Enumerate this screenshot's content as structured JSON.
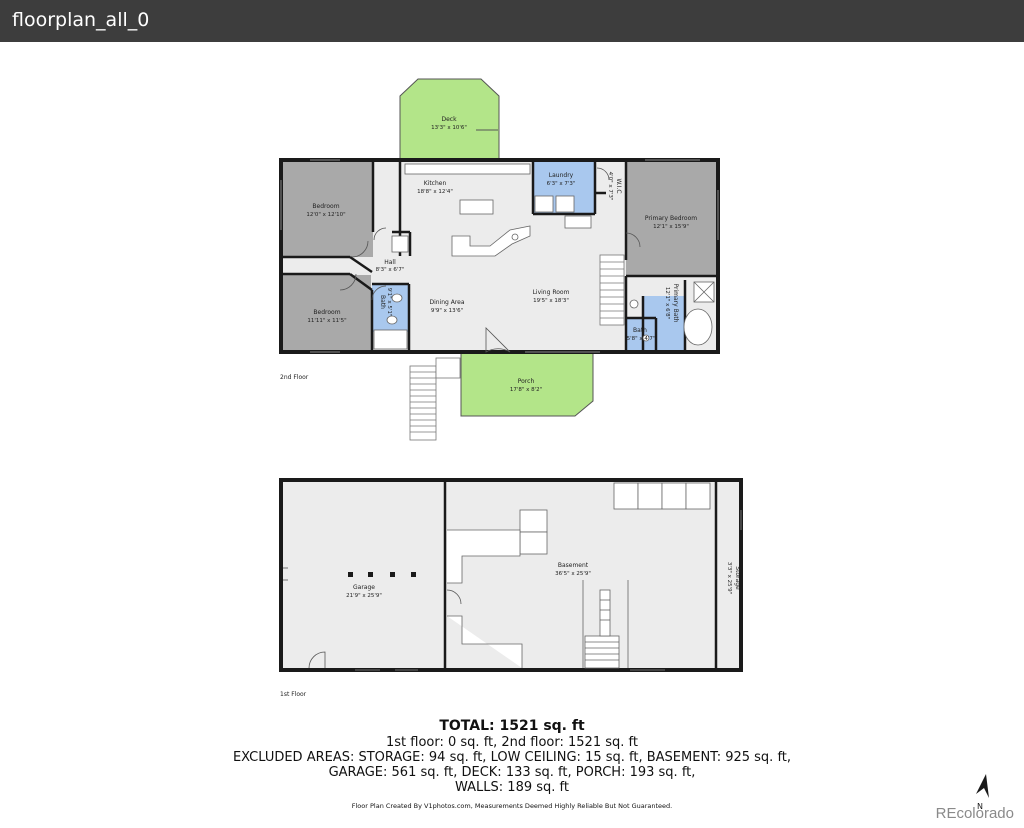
{
  "window": {
    "title": "floorplan_all_0"
  },
  "floors": {
    "second": {
      "label": "2nd Floor",
      "rooms": [
        {
          "id": "deck",
          "name": "Deck",
          "dims": "13'3\" x 10'6\""
        },
        {
          "id": "kitchen",
          "name": "Kitchen",
          "dims": "18'8\" x 12'4\""
        },
        {
          "id": "laundry",
          "name": "Laundry",
          "dims": "6'3\" x 7'3\""
        },
        {
          "id": "wic",
          "name": "W.I.C",
          "dims": "4'0\" x 7'3\""
        },
        {
          "id": "bedroom1",
          "name": "Bedroom",
          "dims": "12'0\" x 12'10\""
        },
        {
          "id": "primary-bedroom",
          "name": "Primary Bedroom",
          "dims": "12'1\" x 15'9\""
        },
        {
          "id": "hall",
          "name": "Hall",
          "dims": "8'3\" x 6'7\""
        },
        {
          "id": "bedroom2",
          "name": "Bedroom",
          "dims": "11'11\" x 11'5\""
        },
        {
          "id": "bath",
          "name": "Bath",
          "dims": "9'1\" x 5'1\""
        },
        {
          "id": "dining",
          "name": "Dining Area",
          "dims": "9'9\" x 13'6\""
        },
        {
          "id": "living",
          "name": "Living Room",
          "dims": "19'5\" x 18'3\""
        },
        {
          "id": "primary-bath",
          "name": "Primary Bath",
          "dims": "12'1\" x 6'8\""
        },
        {
          "id": "bath2",
          "name": "Bath",
          "dims": "5'8\" x 4'7\""
        },
        {
          "id": "porch",
          "name": "Porch",
          "dims": "17'8\" x 8'2\""
        }
      ]
    },
    "first": {
      "label": "1st Floor",
      "rooms": [
        {
          "id": "garage",
          "name": "Garage",
          "dims": "21'9\" x 25'9\""
        },
        {
          "id": "basement",
          "name": "Basement",
          "dims": "36'5\" x 25'9\""
        },
        {
          "id": "storage",
          "name": "Storage",
          "dims": "3'3\" x 25'9\""
        }
      ]
    }
  },
  "summary": {
    "total": "TOTAL: 1521 sq. ft",
    "line1": "1st floor: 0 sq. ft, 2nd floor: 1521 sq. ft",
    "line2": "EXCLUDED AREAS: STORAGE: 94 sq. ft, LOW CEILING: 15 sq. ft, BASEMENT: 925 sq. ft,",
    "line3": "GARAGE: 561 sq. ft, DECK: 133 sq. ft, PORCH: 193 sq. ft,",
    "line4": "WALLS: 189 sq. ft",
    "credit": "Floor Plan Created By V1photos.com, Measurements Deemed Highly Reliable But Not Guaranteed."
  },
  "watermark": "REcolorado",
  "compass": {
    "letter": "N",
    "icon": "north-arrow-icon"
  },
  "colors": {
    "titlebar": "#3d3d3d",
    "bedroom": "#a9a9a9",
    "room": "#ececec",
    "deck": "#b3e589",
    "wet": "#a9c8ee",
    "wall": "#1a1a1a"
  }
}
